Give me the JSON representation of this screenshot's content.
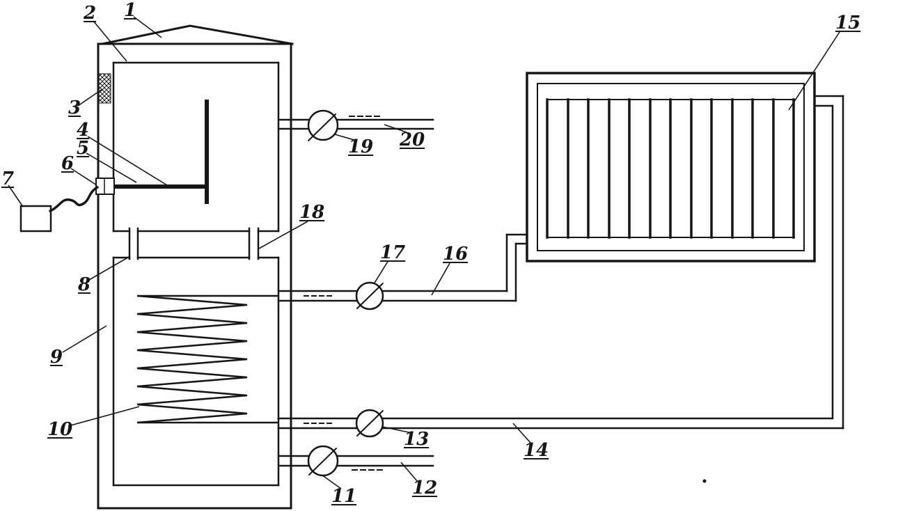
{
  "colors": {
    "ink": "#161616",
    "background": "#ffffff"
  },
  "labels": {
    "l1": "1",
    "l2": "2",
    "l3": "3",
    "l4": "4",
    "l5": "5",
    "l6": "6",
    "l7": "7",
    "l8": "8",
    "l9": "9",
    "l10": "10",
    "l11": "11",
    "l12": "12",
    "l13": "13",
    "l14": "14",
    "l15": "15",
    "l16": "16",
    "l17": "17",
    "l18": "18",
    "l19": "19",
    "l20": "20"
  }
}
